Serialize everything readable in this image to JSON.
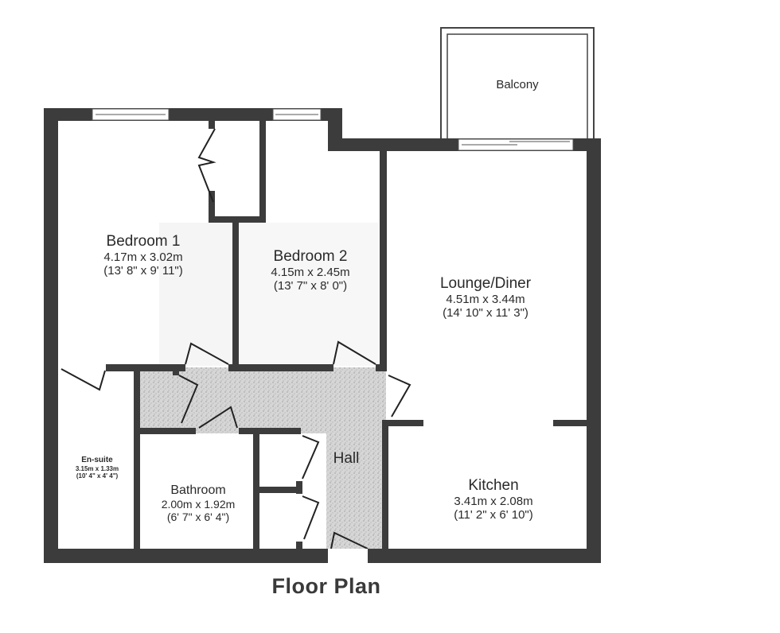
{
  "title": "Floor Plan",
  "colors": {
    "wall": "#3c3c3c",
    "hall_fill": "#cfcfcf",
    "background": "#ffffff",
    "text": "#2a2a2a"
  },
  "rooms": {
    "balcony": {
      "name": "Balcony"
    },
    "bedroom1": {
      "name": "Bedroom 1",
      "metric": "4.17m x 3.02m",
      "imperial": "(13' 8\" x 9' 11\")"
    },
    "bedroom2": {
      "name": "Bedroom 2",
      "metric": "4.15m x 2.45m",
      "imperial": "(13' 7\" x 8' 0\")"
    },
    "lounge": {
      "name": "Lounge/Diner",
      "metric": "4.51m x 3.44m",
      "imperial": "(14' 10\" x 11' 3\")"
    },
    "ensuite": {
      "name": "En-suite",
      "metric": "3.15m x 1.33m",
      "imperial": "(10' 4\" x 4' 4\")"
    },
    "bathroom": {
      "name": "Bathroom",
      "metric": "2.00m x 1.92m",
      "imperial": "(6' 7\" x 6' 4\")"
    },
    "hall": {
      "name": "Hall"
    },
    "kitchen": {
      "name": "Kitchen",
      "metric": "3.41m x 2.08m",
      "imperial": "(11' 2\" x 6' 10\")"
    }
  }
}
